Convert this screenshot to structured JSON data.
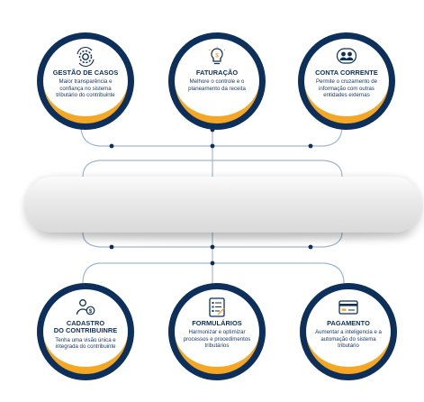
{
  "colors": {
    "navy": "#0d2f5c",
    "orange": "#f5a623",
    "line": "#9fb7d1",
    "dot": "#0d2f5c"
  },
  "top_nodes": [
    {
      "title": "GESTÃO DE CASOS",
      "desc": "Maior transparência e confiança no sistema tributário do contribuinte",
      "icon": "gear-cycle-icon"
    },
    {
      "title": "FATURAÇÃO",
      "desc": "Melhore o controle e o planeamento da receita",
      "icon": "lightbulb-dollar-icon"
    },
    {
      "title": "CONTA CORRENTE",
      "desc": "Permite o cruzamento de informação com outras entidades externas",
      "icon": "users-group-icon"
    }
  ],
  "bottom_nodes": [
    {
      "title": "CADASTRO\nDO CONTRIBUINRE",
      "desc": "Tenha uma visão única e integrada do contribuinte",
      "icon": "person-dollar-icon"
    },
    {
      "title": "FORMULÁRIOS",
      "desc": "Harmonizar e optimizar processos e procedimentos tributários",
      "icon": "form-list-icon"
    },
    {
      "title": "PAGAMENTO",
      "desc": "Aumentar a inteligencia e a automação do sistema tributário",
      "icon": "card-payment-icon"
    }
  ]
}
